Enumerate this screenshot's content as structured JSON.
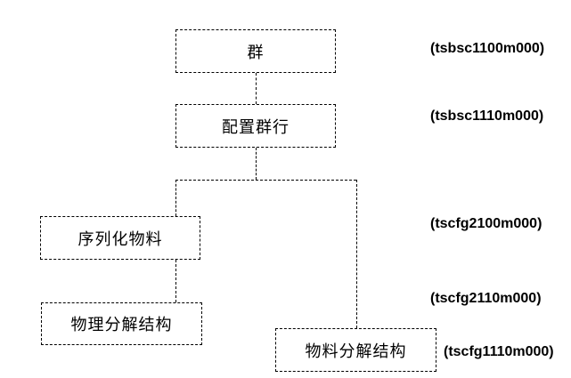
{
  "diagram": {
    "background_color": "#ffffff",
    "line_color": "#000000",
    "boxes": [
      {
        "id": "group",
        "label": "群",
        "code": "(tsbsc1100m000)"
      },
      {
        "id": "config-group-lines",
        "label": "配置群行",
        "code": "(tsbsc1110m000)"
      },
      {
        "id": "serialized-item",
        "label": "序列化物料",
        "code": "(tscfg2100m000)"
      },
      {
        "id": "physical-breakdown",
        "label": "物理分解结构",
        "code": "(tscfg2110m000)"
      },
      {
        "id": "item-breakdown",
        "label": "物料分解结构",
        "code": "(tscfg1110m000)"
      }
    ]
  }
}
